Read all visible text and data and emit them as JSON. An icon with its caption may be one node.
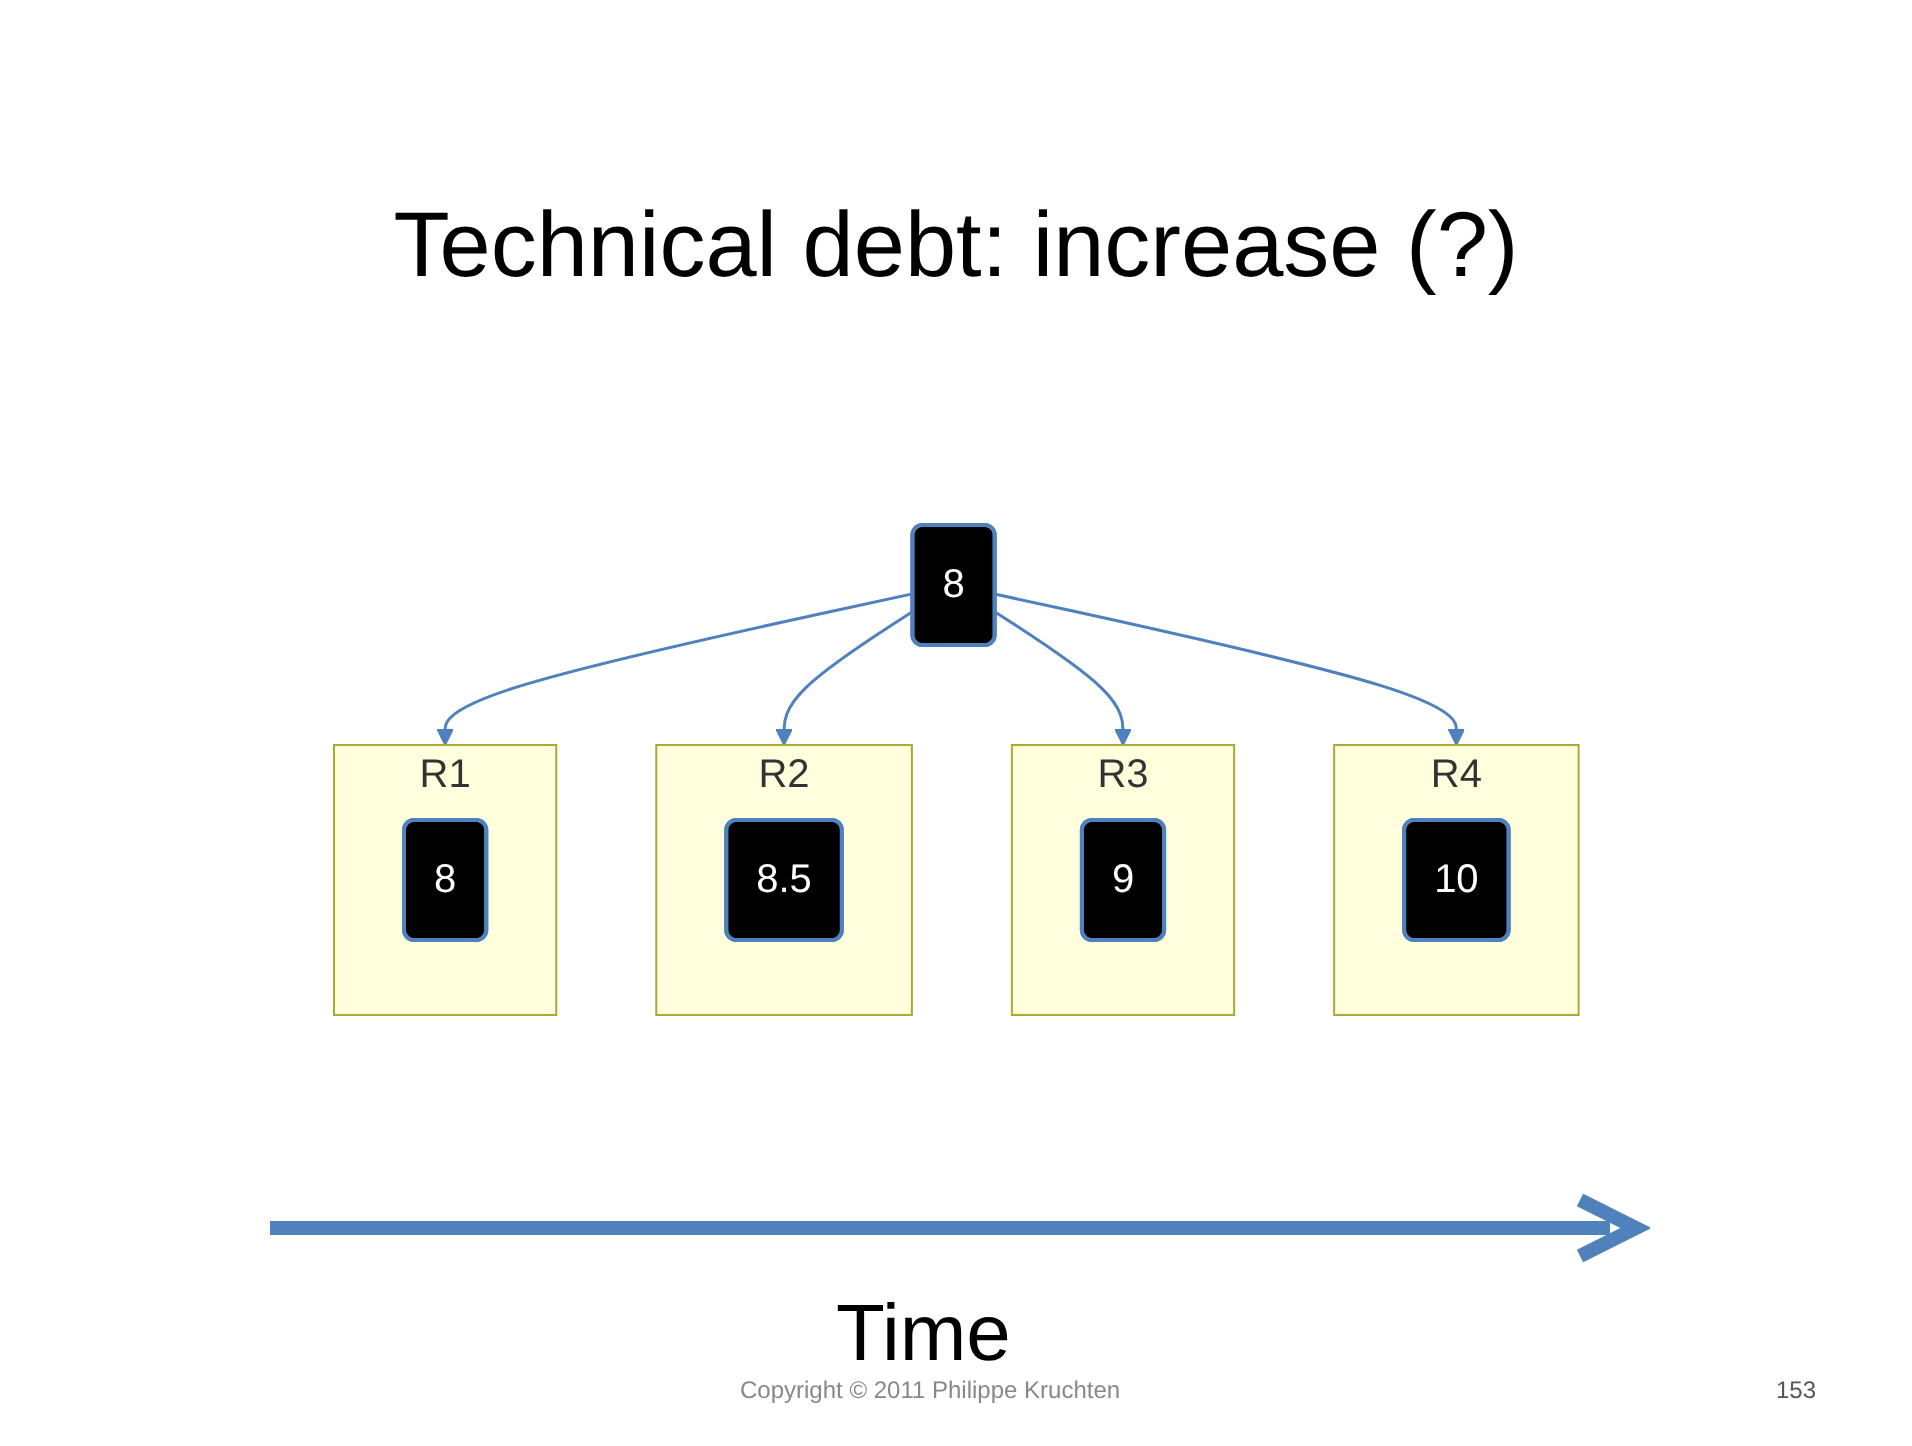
{
  "diagram": {
    "title": "Technical debt: increase (?)",
    "nodes": [
      {
        "text": [
          "8"
        ]
      },
      {
        "text": [
          "R1"
        ]
      },
      {
        "text": [
          "8"
        ],
        "in": 1
      },
      {
        "text": [
          "R2"
        ]
      },
      {
        "text": [
          "8.5"
        ],
        "in": 3
      },
      {
        "text": [
          "R3"
        ]
      },
      {
        "text": [
          "9"
        ],
        "in": 5
      },
      {
        "text": [
          "R4"
        ]
      },
      {
        "text": [
          "10"
        ],
        "in": 7
      }
    ],
    "edges": [
      {
        "from": 0,
        "to": 1,
        "arrow": "to"
      },
      {
        "from": 0,
        "to": 3,
        "arrow": "to"
      },
      {
        "from": 0,
        "to": 5,
        "arrow": "to"
      },
      {
        "from": 0,
        "to": 7,
        "arrow": "to"
      }
    ],
    "labels": [
      "Time",
      "Copyright © 2011 Philippe Kruchten",
      "153"
    ]
  }
}
